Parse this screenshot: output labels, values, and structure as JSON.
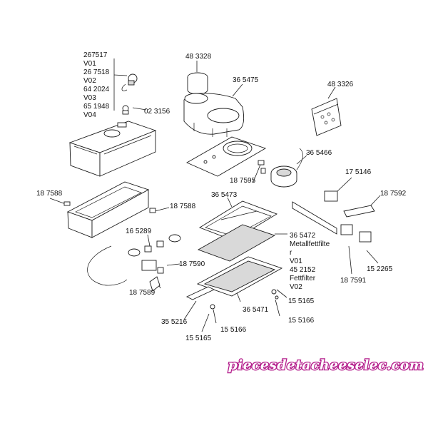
{
  "labels": {
    "a": "267517",
    "b": "V01",
    "c": "26 7518",
    "d": "V02",
    "e": "64 2024",
    "f": "V03",
    "g": "65 1948",
    "h": "V04",
    "i": "02 3156",
    "j": "48 3328",
    "k": "36 5475",
    "l": "48 3326",
    "m": "36 5466",
    "n": "18 7595",
    "o": "17 5146",
    "p": "18 7592",
    "q": "18 7588",
    "r": "18 7588",
    "s": "36 5473",
    "t": "16 5289",
    "u": "36 5472",
    "v": "Metallfettfilte",
    "w": "r",
    "x": "V01",
    "y": "45 2152",
    "z": "Fettfilter",
    "aa": "V02",
    "ab": "18 7590",
    "ac": "18 7591",
    "ad": "15 2265",
    "ae": "18 7589",
    "af": "15 5165",
    "ag": "36 5471",
    "ah": "15 5166",
    "ai": "35 5216",
    "aj": "15 5166",
    "ak": "15 5165"
  },
  "watermark": "piecesdetacheeselec.com"
}
